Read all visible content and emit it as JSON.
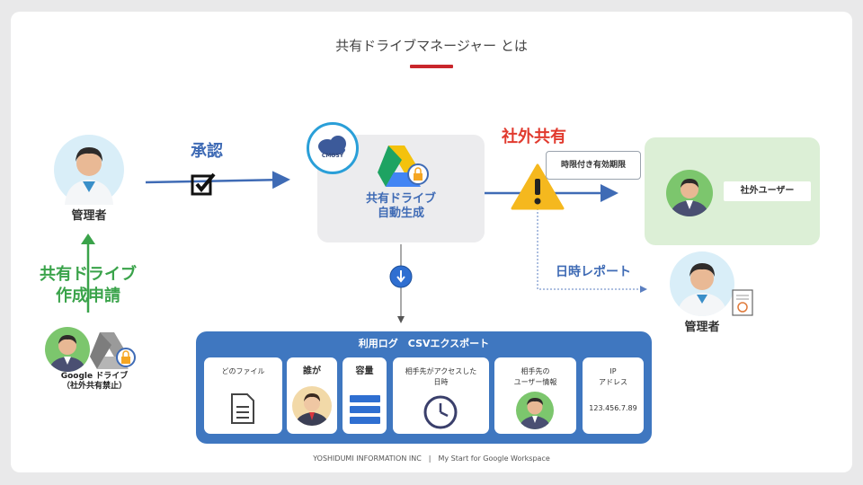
{
  "title": "共有ドライブマネージャー とは",
  "admin_label": "管理者",
  "approve_label": "承認",
  "drive_label_line1": "共有ドライブ",
  "drive_label_line2": "自動生成",
  "cmosy_label": "CMOSY",
  "external_share_label": "社外共有",
  "expiry_label": "時限付き有効期限",
  "external_user_label": "社外ユーザー",
  "report_label": "日時レポート",
  "report_admin_label": "管理者",
  "request_line1": "共有ドライブ",
  "request_line2": "作成申請",
  "google_drive_line1": "Google ドライブ",
  "google_drive_line2": "（社外共有禁止）",
  "log": {
    "title": "利用ログ　CSVエクスポート",
    "cards": [
      {
        "label": "どのファイル"
      },
      {
        "label": "誰が"
      },
      {
        "label": "容量"
      },
      {
        "label": "相手先がアクセスした日時"
      },
      {
        "label": "相手先の\nユーザー情報"
      },
      {
        "label": "IP\nアドレス",
        "value": "123.456.7.89"
      }
    ]
  },
  "footer": "YOSHIDUMI INFORMATION INC　|　My Start for Google Workspace",
  "colors": {
    "accent_blue": "#3f6bb5",
    "alert_red": "#e13a2e",
    "request_green": "#3aa34a",
    "panel_blue": "#3f77c0"
  }
}
